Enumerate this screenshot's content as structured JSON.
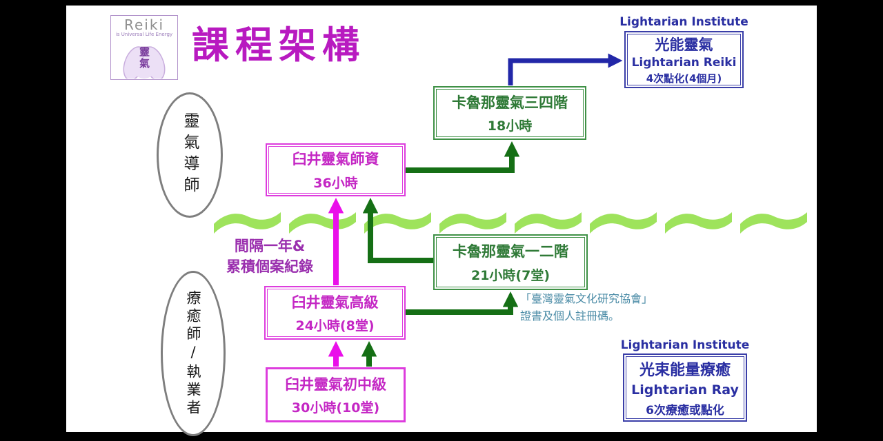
{
  "title": "課程架構",
  "logo": {
    "brand": "Reiki",
    "tagline": "is Universal Life Energy",
    "kanji": "靈氣"
  },
  "roles": {
    "master": "靈氣導師",
    "practitioner": "療癒師/執業者"
  },
  "courses": {
    "karuna34": {
      "title": "卡魯那靈氣三四階",
      "hours": "18小時"
    },
    "usui_master": {
      "title": "臼井靈氣師資",
      "hours": "36小時"
    },
    "karuna12": {
      "title": "卡魯那靈氣一二階",
      "hours": "21小時(7堂)"
    },
    "usui_advanced": {
      "title": "臼井靈氣高級",
      "hours": "24小時(8堂)"
    },
    "usui_basic": {
      "title": "臼井靈氣初中級",
      "hours": "30小時(10堂)"
    },
    "lightarian_reiki": {
      "institute": "Lightarian Institute",
      "title": "光能靈氣",
      "subtitle": "Lightarian Reiki",
      "detail": "4次點化(4個月)"
    },
    "lightarian_ray": {
      "institute": "Lightarian Institute",
      "title": "光束能量療癒",
      "subtitle": "Lightarian Ray",
      "detail": "6次療癒或點化"
    }
  },
  "notes": {
    "interval_line1": "間隔一年&",
    "interval_line2": "累積個案紀錄",
    "cert_line1": "「臺灣靈氣文化研究協會」",
    "cert_line2": "證書及個人註冊碼。"
  },
  "edges": [
    {
      "from": "usui_basic",
      "to": "usui_advanced",
      "color": "magenta"
    },
    {
      "from": "usui_basic",
      "to": "usui_advanced",
      "color": "green"
    },
    {
      "from": "usui_advanced",
      "to": "usui_master",
      "color": "magenta",
      "label": "間隔一年& 累積個案紀錄"
    },
    {
      "from": "usui_advanced",
      "to": "karuna12",
      "color": "green"
    },
    {
      "from": "karuna12",
      "to": "usui_master",
      "color": "green"
    },
    {
      "from": "usui_master",
      "to": "karuna34",
      "color": "green"
    },
    {
      "from": "karuna34",
      "to": "lightarian_reiki",
      "color": "blue"
    }
  ],
  "colors": {
    "title_magenta": "#b81ac0",
    "magenta_border": "#dd3cdd",
    "magenta_arrow": "#ea10ea",
    "green_border": "#3f9146",
    "green_arrow": "#156f15",
    "navy": "#2a2fa2",
    "wave_green": "#9ee35c",
    "purple_note": "#9a2fae",
    "teal_note": "#4a8ba6"
  }
}
